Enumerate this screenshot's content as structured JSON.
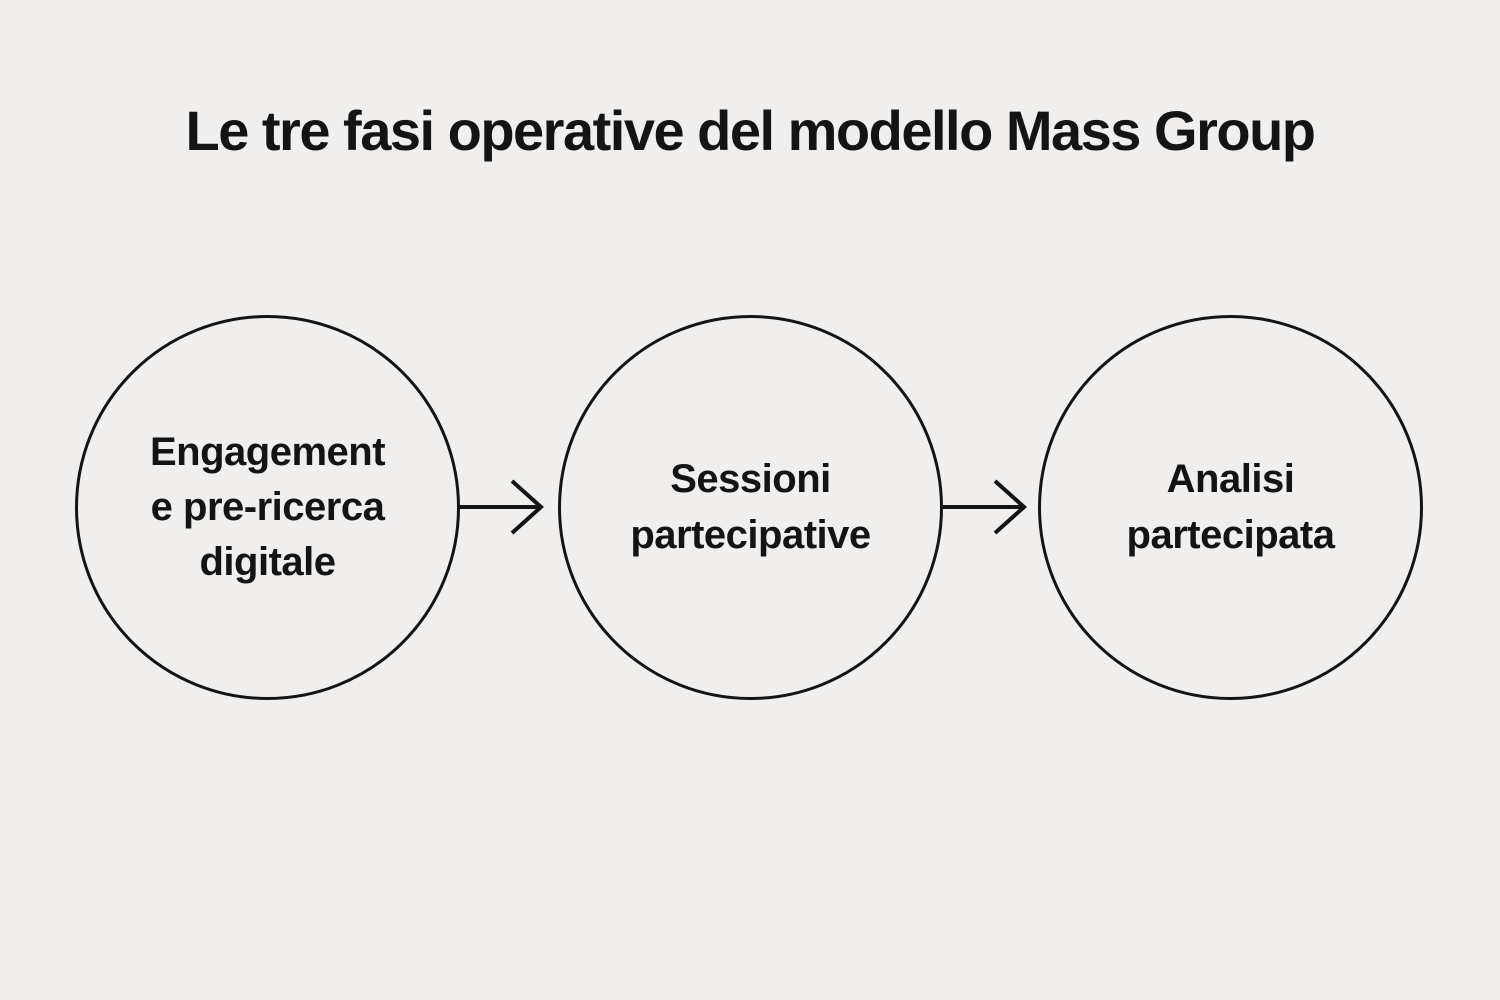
{
  "title": "Le tre fasi operative del modello Mass Group",
  "colors": {
    "background": "#f0efee",
    "stroke": "#141414",
    "text": "#141414"
  },
  "diagram": {
    "type": "flow-left-to-right",
    "steps": [
      {
        "id": 1,
        "label": "Engagement\ne pre-ricerca\ndigitale"
      },
      {
        "id": 2,
        "label": "Sessioni\npartecipative"
      },
      {
        "id": 3,
        "label": "Analisi\npartecipata"
      }
    ],
    "connectors": [
      {
        "from": 1,
        "to": 2,
        "style": "arrow-right"
      },
      {
        "from": 2,
        "to": 3,
        "style": "arrow-right"
      }
    ]
  }
}
